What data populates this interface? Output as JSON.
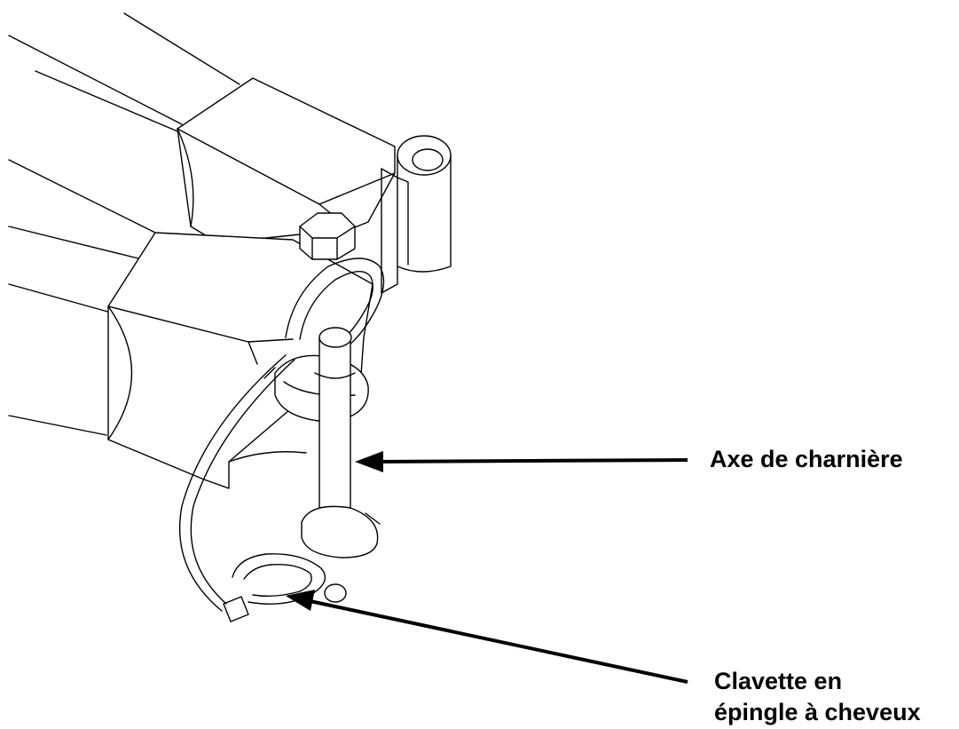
{
  "labels": {
    "hinge_pin": "Axe de charnière",
    "hair_pin_line1": "Clavette en",
    "hair_pin_line2": "épingle à cheveux"
  },
  "colors": {
    "ink": "#000000",
    "background": "#ffffff"
  }
}
